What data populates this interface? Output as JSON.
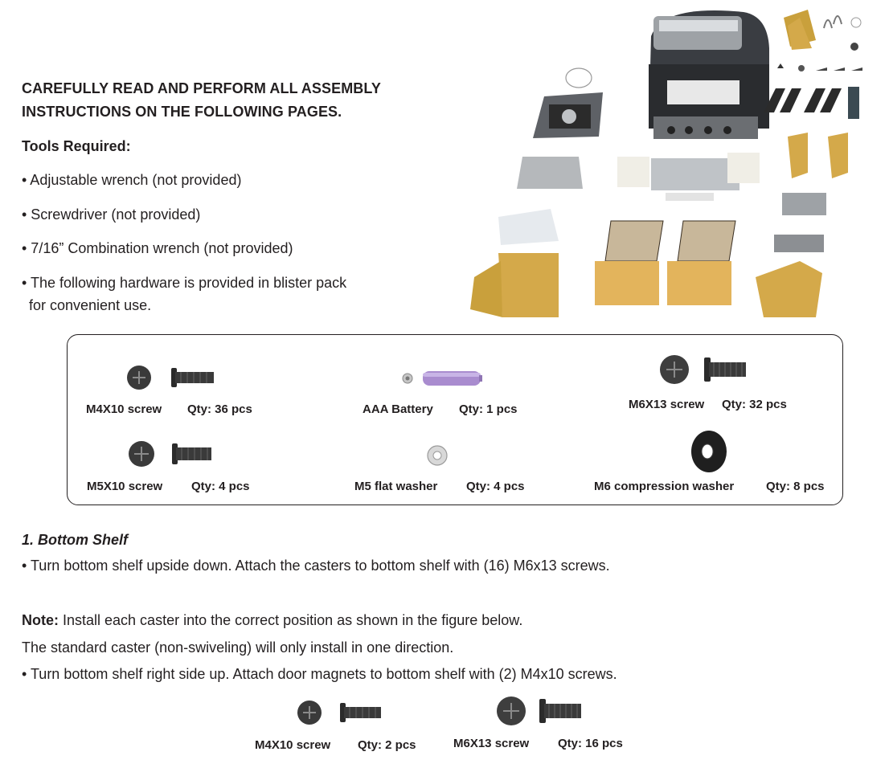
{
  "intro": {
    "heading_line1": "CAREFULLY READ AND PERFORM ALL ASSEMBLY",
    "heading_line2": "INSTRUCTIONS ON THE FOLLOWING PAGES.",
    "tools_title": "Tools Required:",
    "tools": [
      "• Adjustable wrench (not provided)",
      "• Screwdriver (not provided)",
      "• 7/16” Combination wrench (not provided)",
      "• The following hardware is provided in blister pack"
    ],
    "tools_continuation": "for convenient use."
  },
  "hardware": [
    {
      "name": "M4X10 screw",
      "qty": "Qty: 36 pcs",
      "icon": "screw-icon"
    },
    {
      "name": "AAA Battery",
      "qty": "Qty: 1 pcs",
      "icon": "battery-icon"
    },
    {
      "name": "M6X13 screw",
      "qty": "Qty: 32 pcs",
      "icon": "screw-icon"
    },
    {
      "name": "M5X10 screw",
      "qty": "Qty: 4 pcs",
      "icon": "screw-icon"
    },
    {
      "name": "M5 flat washer",
      "qty": "Qty: 4 pcs",
      "icon": "flat-washer-icon"
    },
    {
      "name": "M6 compression washer",
      "qty": "Qty: 8 pcs",
      "icon": "compression-washer-icon"
    }
  ],
  "section1": {
    "title": "1. Bottom Shelf",
    "step1": "• Turn bottom shelf upside down. Attach the casters to bottom shelf with (16) M6x13 screws.",
    "note_label": "Note:",
    "note_text": " Install each caster into the correct position as shown in the figure below.",
    "note_line2": "The standard caster (non-swiveling) will only install in one direction.",
    "step2": "• Turn bottom shelf right side up. Attach door magnets to bottom shelf with (2) M4x10 screws.",
    "parts": [
      {
        "name": "M4X10 screw",
        "qty": "Qty: 2 pcs"
      },
      {
        "name": "M6X13 screw",
        "qty": "Qty: 16 pcs"
      }
    ]
  },
  "illustration": {
    "name": "exploded-grill-parts-illustration"
  },
  "colors": {
    "text": "#231f20",
    "cardboard": "#d4a94a",
    "metal": "#8c8f93",
    "dark": "#2b2b2b"
  }
}
